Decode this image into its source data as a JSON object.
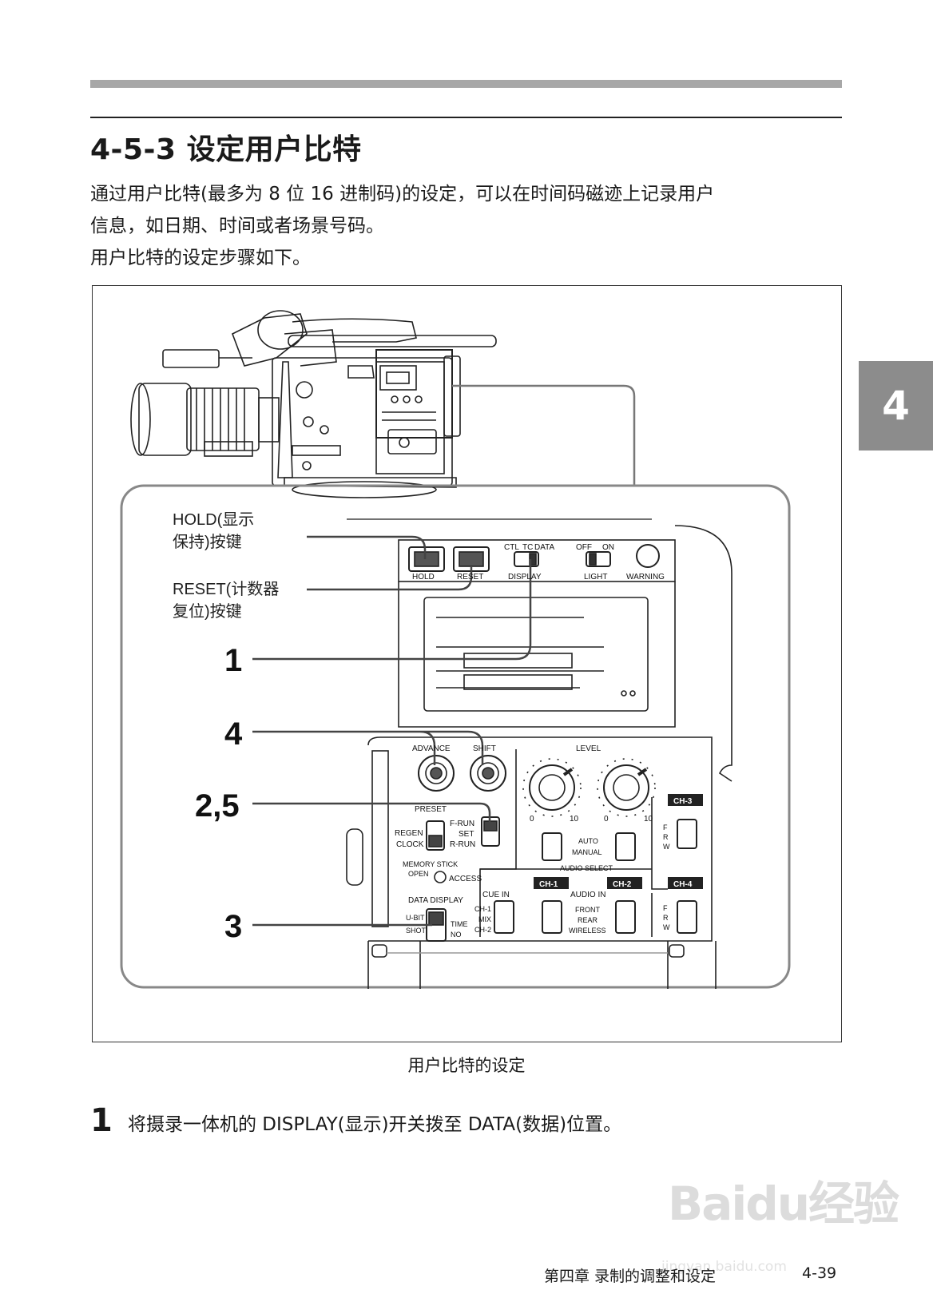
{
  "header": {
    "section_title": "4-5-3 设定用户比特"
  },
  "intro": {
    "line1": "通过用户比特(最多为 8 位 16 进制码)的设定，可以在时间码磁迹上记录用户",
    "line2": "信息，如日期、时间或者场景号码。",
    "line3": "用户比特的设定步骤如下。"
  },
  "chapter_tab": "4",
  "figure": {
    "caption": "用户比特的设定",
    "callouts": {
      "hold_l1": "HOLD(显示",
      "hold_l2": "保持)按键",
      "reset_l1": "RESET(计数器",
      "reset_l2": "复位)按键",
      "n1": "1",
      "n4": "4",
      "n25": "2,5",
      "n3": "3"
    },
    "panel": {
      "hold": "HOLD",
      "reset": "RESET",
      "ctl": "CTL",
      "tc": "TC",
      "data": "DATA",
      "display": "DISPLAY",
      "off": "OFF",
      "on": "ON",
      "light": "LIGHT",
      "warning": "WARNING",
      "advance": "ADVANCE",
      "shift": "SHIFT",
      "level": "LEVEL",
      "preset": "PRESET",
      "regen": "REGEN",
      "clock": "CLOCK",
      "f_run": "F-RUN",
      "set": "SET",
      "r_run": "R-RUN",
      "memory_stick": "MEMORY STICK",
      "open": "OPEN",
      "access": "ACCESS",
      "data_display": "DATA DISPLAY",
      "u_bit": "U-BIT",
      "shot": "SHOT",
      "time": "TIME",
      "no": "NO",
      "cue_in": "CUE IN",
      "ch1": "CH-1",
      "mix": "MIX",
      "ch2": "CH-2",
      "auto": "AUTO",
      "manual": "MANUAL",
      "audio_select": "AUDIO SELECT",
      "audio_in": "AUDIO IN",
      "front": "FRONT",
      "rear": "REAR",
      "wireless": "WIRELESS",
      "ch3": "CH-3",
      "ch4": "CH-4",
      "f": "F",
      "r": "R",
      "w": "W",
      "zero": "0",
      "ten": "10"
    }
  },
  "step1": {
    "number": "1",
    "text": "将摄录一体机的 DISPLAY(显示)开关拨至 DATA(数据)位置。"
  },
  "footer": {
    "chapter": "第四章  录制的调整和设定",
    "page": "4-39"
  },
  "watermark": {
    "brand": "Baidu经验",
    "url": "jingyan.baidu.com"
  }
}
